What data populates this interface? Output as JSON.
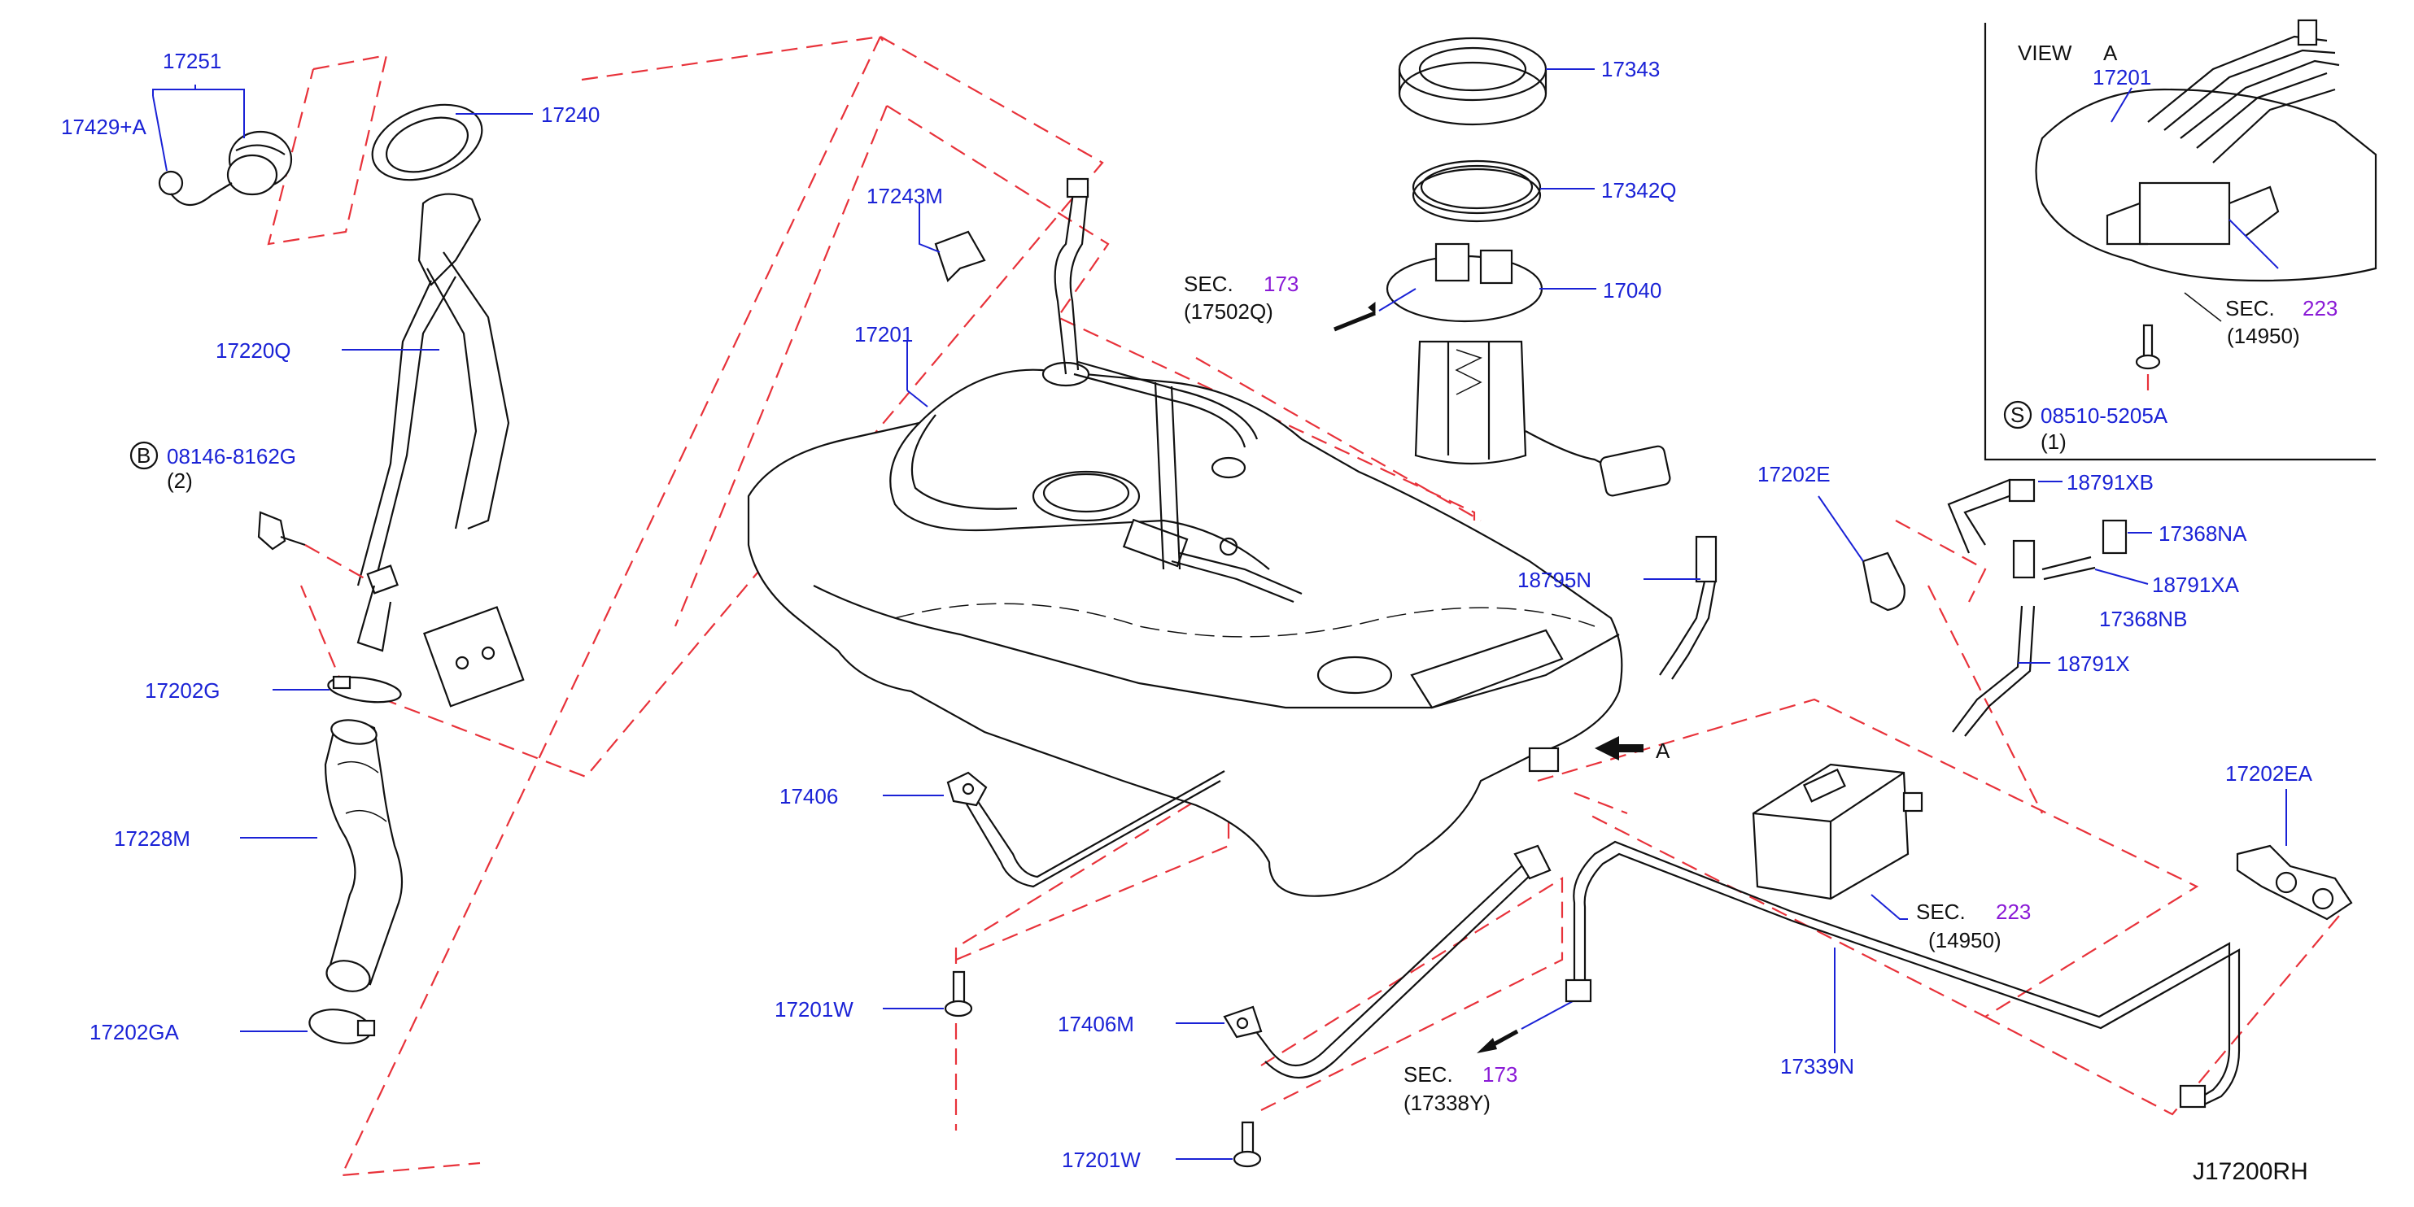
{
  "drawing_code": "J17200RH",
  "view_a": {
    "title": "VIEW",
    "letter": "A",
    "part_17201": "17201",
    "sec_prefix": "SEC.",
    "sec_num": "223",
    "sec_ref": "(14950)",
    "bolt_symbol": "S",
    "bolt_part": "08510-5205A",
    "bolt_qty": "(1)"
  },
  "filler": {
    "p17251": "17251",
    "p17429": "17429+A",
    "p17240": "17240",
    "p17220q": "17220Q",
    "bolt_symbol": "B",
    "bolt_part": "08146-8162G",
    "bolt_qty": "(2)",
    "p17202g": "17202G",
    "p17228m": "17228M",
    "p17202ga": "17202GA"
  },
  "pump": {
    "p17343": "17343",
    "p17342q": "17342Q",
    "p17040": "17040",
    "sec_prefix": "SEC.",
    "sec_num": "173",
    "sec_ref": "(17502Q)"
  },
  "tank": {
    "p17243m": "17243M",
    "p17201": "17201",
    "p17406": "17406",
    "p17201w_a": "17201W",
    "p17406m": "17406M",
    "p17201w_b": "17201W",
    "arrow_a": "A",
    "sec_prefix": "SEC.",
    "sec_num": "173",
    "sec_ref": "(17338Y)"
  },
  "evap": {
    "p17202e": "17202E",
    "p18795n": "18795N",
    "p18791xb": "18791XB",
    "p17368na": "17368NA",
    "p18791xa": "18791XA",
    "p17368nb": "17368NB",
    "p18791x": "18791X",
    "p17202ea": "17202EA",
    "p17339n": "17339N",
    "sec_prefix": "SEC.",
    "sec_num": "223",
    "sec_ref": "(14950)"
  },
  "colors": {
    "label_blue": "#1a22d6",
    "section_purple": "#8a1ad6",
    "phantom_red": "#e8323a",
    "line_black": "#111111"
  }
}
